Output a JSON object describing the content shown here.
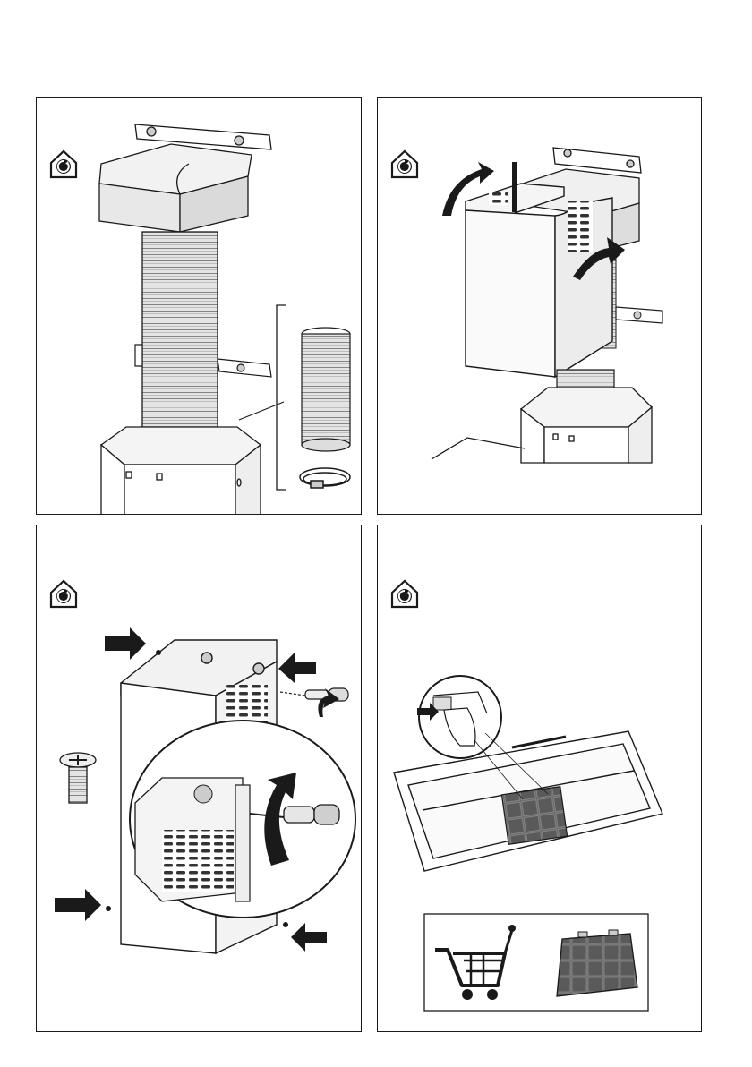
{
  "page": {
    "background": "#ffffff",
    "line_color": "#1a1a1a"
  },
  "panels": [
    {
      "id": "step-1",
      "icon": "house-recirculation-icon",
      "content": "ducting-hose-and-clamp"
    },
    {
      "id": "step-2",
      "icon": "house-recirculation-icon",
      "content": "chimney-cover-lowering"
    },
    {
      "id": "step-3",
      "icon": "house-recirculation-icon",
      "content": "chimney-screws-fixing"
    },
    {
      "id": "step-4",
      "icon": "house-recirculation-icon",
      "content": "charcoal-filter-insertion"
    }
  ],
  "accessory_box": {
    "items": [
      "shopping-cart-icon",
      "charcoal-filter-icon"
    ]
  }
}
